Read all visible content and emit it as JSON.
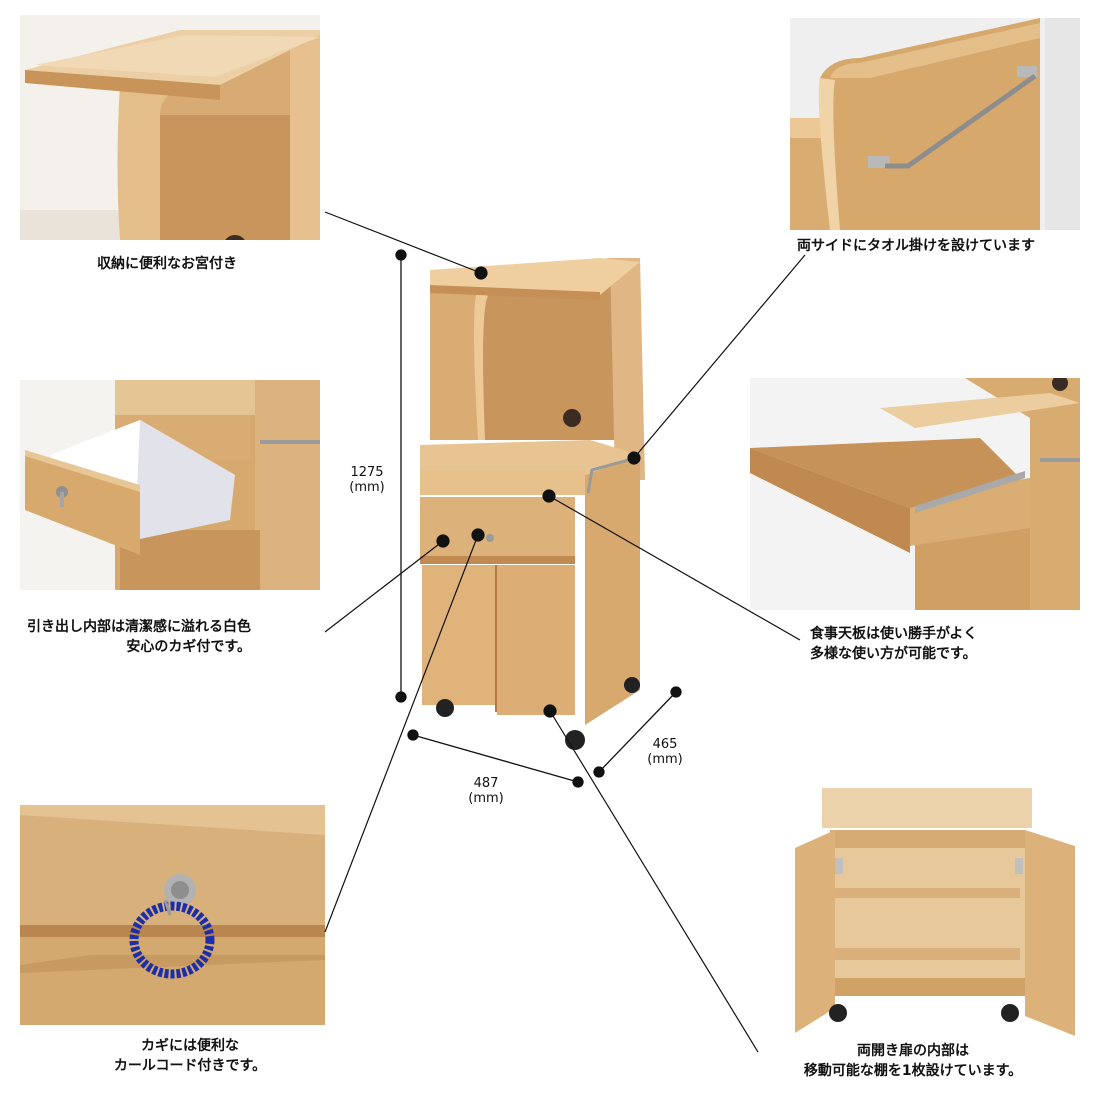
{
  "captions": {
    "shelf_top": "収納に便利なお宮付き",
    "towel_bar": "両サイドにタオル掛けを設けています",
    "drawer_line1": "引き出し内部は清潔感に溢れる白色",
    "drawer_line2": "安心のカギ付です。",
    "table_line1": "食事天板は使い勝手がよく",
    "table_line2": "多様な使い方が可能です。",
    "key_line1": "カギには便利な",
    "key_line2": "カールコード付きです。",
    "door_line1": "両開き扉の内部は",
    "door_line2": "移動可能な棚を1枚設けています。"
  },
  "dimensions": {
    "height_value": "1275",
    "height_unit": "(mm)",
    "width_value": "487",
    "width_unit": "(mm)",
    "depth_value": "465",
    "depth_unit": "(mm)"
  },
  "colors": {
    "wood_light": "#e8c79a",
    "wood_mid": "#d9ac74",
    "wood_dark": "#b88650",
    "background_wall": "#f2f2f2",
    "callout": "#111111"
  }
}
